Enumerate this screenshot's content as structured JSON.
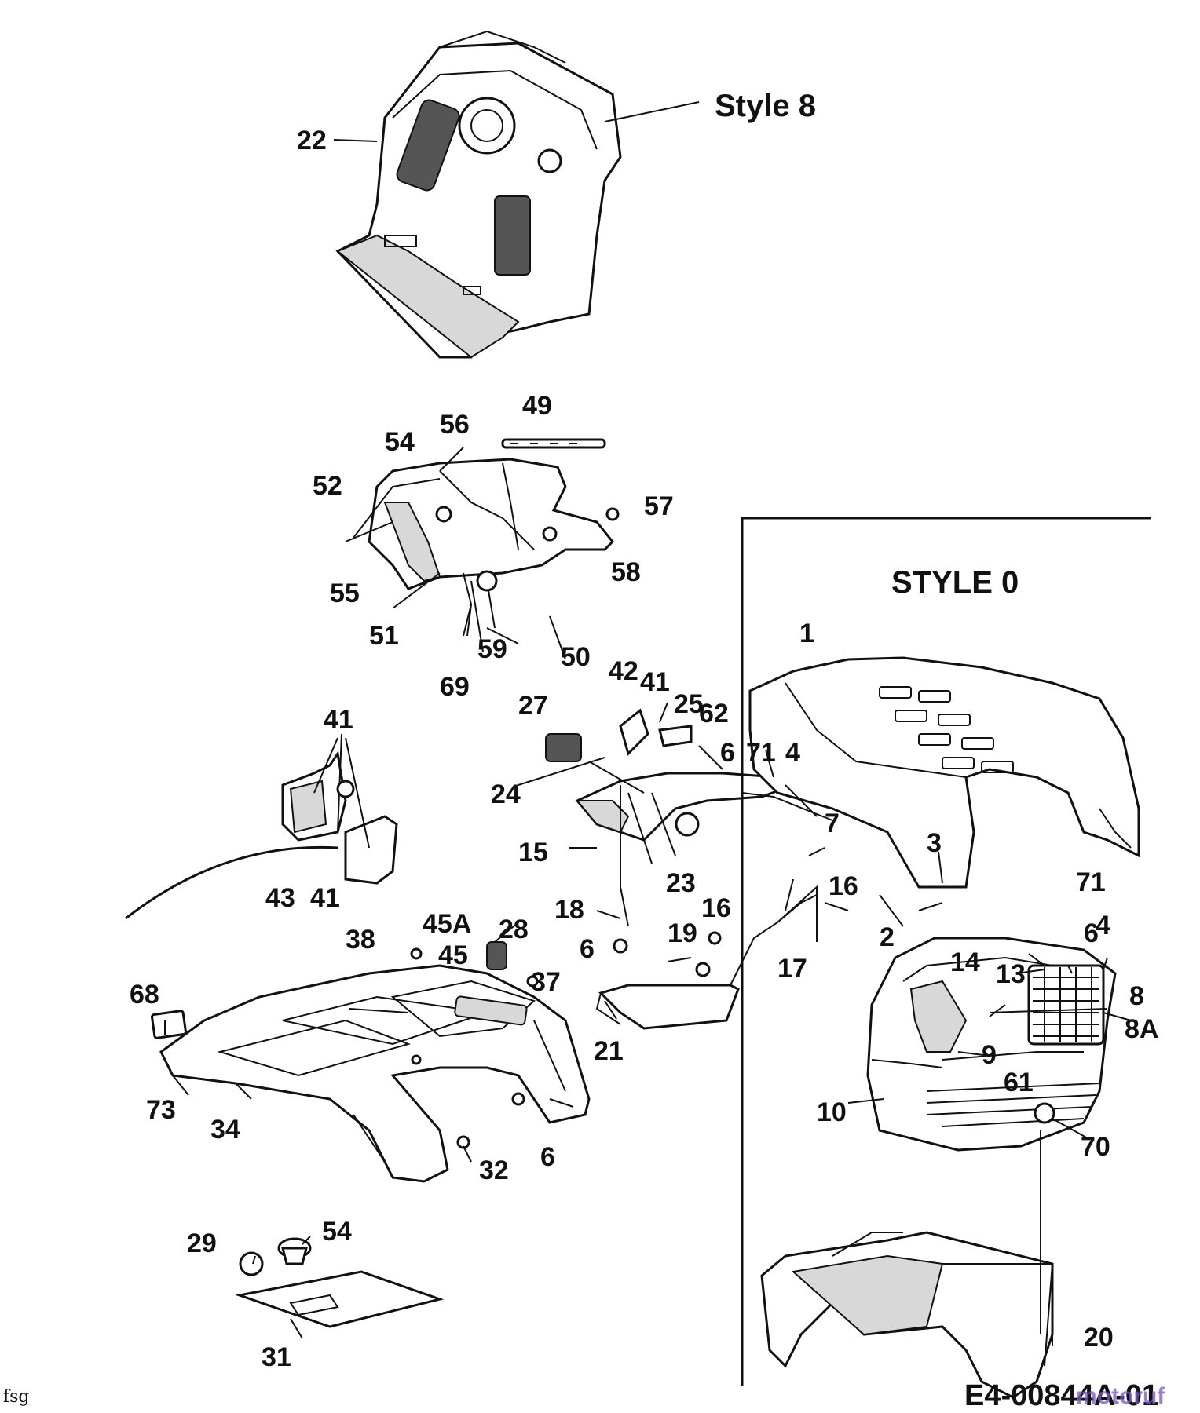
{
  "titles": {
    "style8": "Style 8",
    "style0": "STYLE 0"
  },
  "footer": {
    "left": "fsg",
    "code": "E4-00844A-01",
    "watermark": "motoruf"
  },
  "callouts": [
    {
      "text": "22"
    },
    {
      "text": "49"
    },
    {
      "text": "54"
    },
    {
      "text": "56"
    },
    {
      "text": "52"
    },
    {
      "text": "57"
    },
    {
      "text": "58"
    },
    {
      "text": "55"
    },
    {
      "text": "51"
    },
    {
      "text": "59"
    },
    {
      "text": "50"
    },
    {
      "text": "69"
    },
    {
      "text": "1"
    },
    {
      "text": "42"
    },
    {
      "text": "41"
    },
    {
      "text": "27"
    },
    {
      "text": "25"
    },
    {
      "text": "62"
    },
    {
      "text": "6"
    },
    {
      "text": "71"
    },
    {
      "text": "4"
    },
    {
      "text": "41"
    },
    {
      "text": "24"
    },
    {
      "text": "7"
    },
    {
      "text": "23"
    },
    {
      "text": "15"
    },
    {
      "text": "3"
    },
    {
      "text": "16"
    },
    {
      "text": "71"
    },
    {
      "text": "43"
    },
    {
      "text": "41"
    },
    {
      "text": "18"
    },
    {
      "text": "16"
    },
    {
      "text": "6"
    },
    {
      "text": "4"
    },
    {
      "text": "2"
    },
    {
      "text": "45A"
    },
    {
      "text": "28"
    },
    {
      "text": "38"
    },
    {
      "text": "45"
    },
    {
      "text": "19"
    },
    {
      "text": "6"
    },
    {
      "text": "17"
    },
    {
      "text": "14"
    },
    {
      "text": "13"
    },
    {
      "text": "8"
    },
    {
      "text": "37"
    },
    {
      "text": "68"
    },
    {
      "text": "8A"
    },
    {
      "text": "21"
    },
    {
      "text": "9"
    },
    {
      "text": "61"
    },
    {
      "text": "73"
    },
    {
      "text": "34"
    },
    {
      "text": "10"
    },
    {
      "text": "6"
    },
    {
      "text": "70"
    },
    {
      "text": "32"
    },
    {
      "text": "29"
    },
    {
      "text": "54"
    },
    {
      "text": "31"
    },
    {
      "text": "20"
    }
  ]
}
